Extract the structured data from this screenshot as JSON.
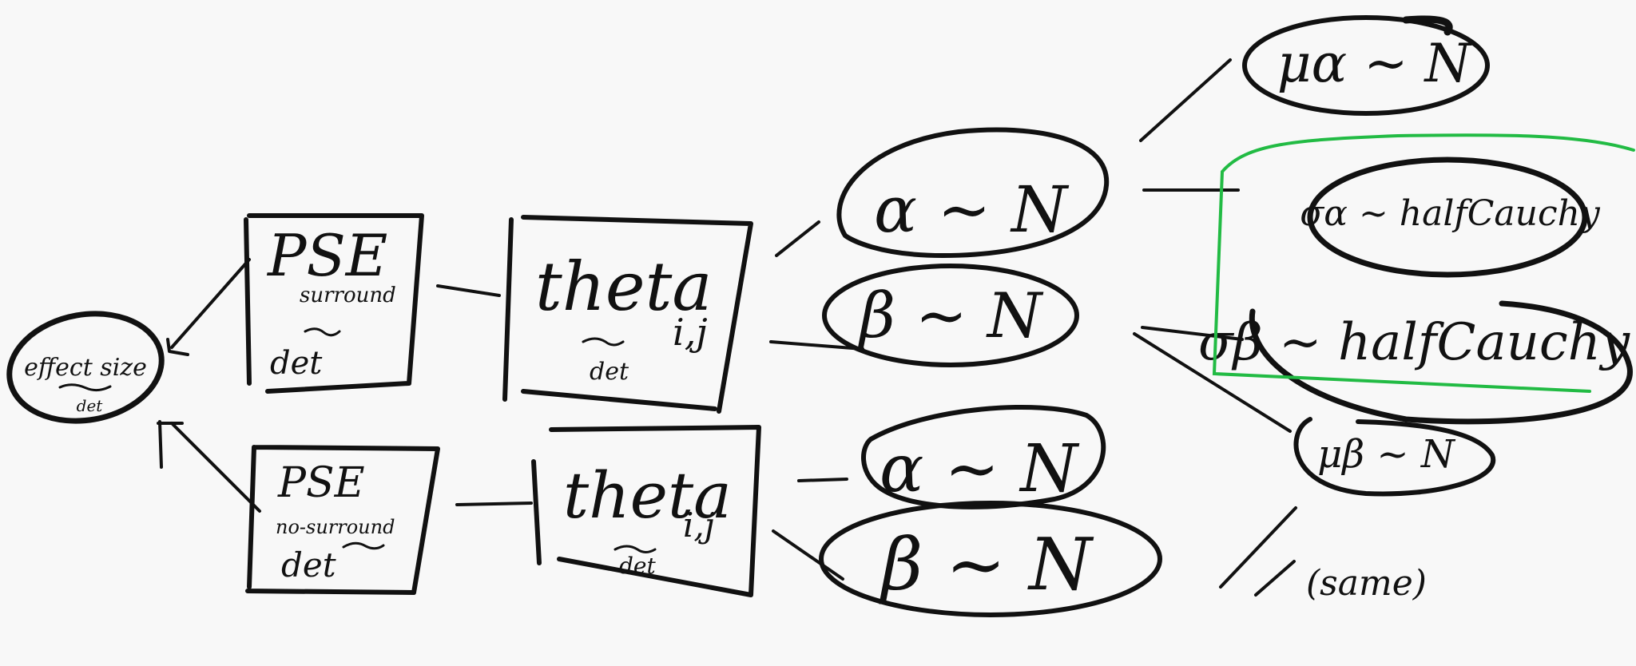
{
  "diagram": {
    "nodes": {
      "effect_size": {
        "label": "effect size",
        "sub": "det"
      },
      "pse_surround": {
        "label": "PSE",
        "note": "surround",
        "sub": "det"
      },
      "pse_no_surround": {
        "label": "PSE",
        "note": "no-surround",
        "sub": "det"
      },
      "theta_top": {
        "label": "theta",
        "index": "i,j",
        "sub": "det"
      },
      "theta_bottom": {
        "label": "theta",
        "index": "i,j",
        "sub": "det"
      },
      "alpha_top": {
        "label": "α ~ N"
      },
      "beta_top": {
        "label": "β ~ N"
      },
      "alpha_bottom": {
        "label": "α ~ N"
      },
      "beta_bottom": {
        "label": "β ~ N"
      },
      "mu_alpha": {
        "label": "μα ~ N"
      },
      "sigma_alpha": {
        "label": "σα ~ halfCauchy"
      },
      "sigma_beta": {
        "label": "σβ ~ halfCauchy"
      },
      "mu_beta": {
        "label": "μβ ~ N"
      },
      "same_note": {
        "label": "(same)"
      }
    },
    "colors": {
      "ink": "#111111",
      "highlight": "#22bb44",
      "background": "#f8f8f8"
    }
  }
}
